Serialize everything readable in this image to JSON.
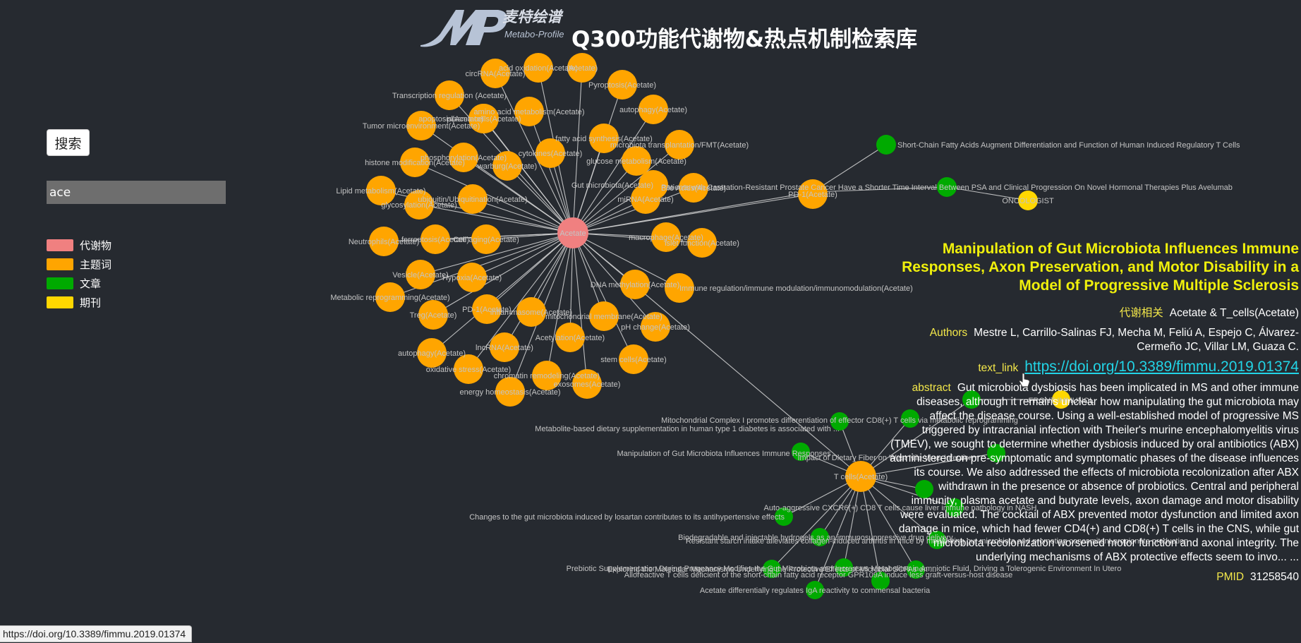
{
  "header": {
    "logo_text_cn": "麦特绘谱",
    "logo_text_en": "Metabo-Profile",
    "title": "Q300功能代谢物&热点机制检索库"
  },
  "sidebar": {
    "search_button_label": "搜索",
    "search_value": "ace",
    "legend": [
      {
        "label": "代谢物",
        "color": "#f08080"
      },
      {
        "label": "主题词",
        "color": "#ffa500"
      },
      {
        "label": "文章",
        "color": "#00aa00"
      },
      {
        "label": "期刊",
        "color": "#ffd700"
      }
    ]
  },
  "graph": {
    "center_node": "Acetate",
    "topic_nodes": [
      "circRNA(Acetate)",
      "acid oxidation(Acetate)",
      "(Acetate)",
      "Pyroptosis(Acetate)",
      "Transcription regulation (Acetate)",
      "amino acid metabolism(Acetate)",
      "autophagy(Acetate)",
      "plasma cells(Acetate)",
      "apoptosis(Acetate)",
      "Tumor microenvironment(Acetate)",
      "fatty acid synthesis(Acetate)",
      "microbiota transplantation/FMT(Acetate)",
      "cytokines(Acetate)",
      "phosphorylation(Acetate)",
      "histone modification(Acetate)",
      "warburg(Acetate)",
      "glucose metabolism(Acetate)",
      "Gut microbiota(Acetate)",
      "Bile Acids(Acetate)",
      "Lipid metabolism(Acetate)",
      "ubiquitin/Ubiquitination(Acetate)",
      "glycosylation(Acetate)",
      "miRNA(Acetate)",
      "Neutrophils(Acetate)",
      "ferroptosis(Acetate)",
      "Cell aging(Acetate)",
      "macrophage(Acetate)",
      "islet function(Acetate)",
      "Vesicle(Acetate)",
      "Hypoxia(Acetate)",
      "Metabolic reprogramming(Acetate)",
      "DNA methylation(Acetate)",
      "Immune regulation/immune modulation/immunomodulation(Acetate)",
      "PD-1(Acetate)",
      "Treg(Acetate)",
      "inflammasome(Acetate)",
      "mitochondrial membrane(Acetate)",
      "pH change(Acetate)",
      "Acetylation(Acetate)",
      "lncRNA(Acetate)",
      "autophagy(Acetate)",
      "stem cells(Acetate)",
      "oxidative stress(Acetate)",
      "chromatin remodeling(Acetate)",
      "exosomes(Acetate)",
      "energy homeostasis(Acetate)",
      "PD-1(Acetate)",
      "T cells(Acetate)"
    ],
    "article_titles": [
      "Short-Chain Fatty Acids Augment Differentiation and Function of Human Induced Regulatory T Cells",
      "Patients with Castration-Resistant Prostate Cancer Have a Shorter Time Interval Between PSA and Clinical Progression On Novel Hormonal Therapies Plus Avelumab",
      "Mitochondrial Complex I promotes differentiation of effector CD8(+) T cells via metabolic reprogramming",
      "Metabolite-based dietary supplementation in human type 1 diabetes is associated with ...",
      "Manipulation of Gut Microbiota Influences Immune Responses ...",
      "Impact of Dietary Fiber on West Nile Virus Infection",
      "Auto-aggressive CXCR6(+) CD8 T cells cause liver immune pathology in NASH",
      "Changes to the gut microbiota induced by losartan contributes to its antihypertensive effects",
      "Biodegradable and injectable hydrogels as an immunosuppressive drug delivery ...",
      "Resistant starch intake alleviates collagen-induced arthritis in mice by modulating gut microbiota and promoting concomitant propionate production",
      "Exploring the Molecular Mechanisms Underlying the Protective Effects of Microbial SCFAs on ...",
      "Prebiotic Supplementation During Pregnancy Modifies the Gut Microbiota and Increases Metabolites in Amniotic Fluid, Driving a Tolerogenic Environment In Utero",
      "Alloreactive T cells deficient of the short-chain fatty acid receptor GPR109A induce less graft-versus-host disease",
      "Acetate differentially regulates IgA reactivity to commensal bacteria"
    ],
    "journal_nodes": [
      "ONCOLOGIST",
      "FRONT IMMUNOL"
    ]
  },
  "detail": {
    "title": "Manipulation of Gut Microbiota Influences Immune Responses, Axon Preservation, and Motor Disability in a Model of Progressive Multiple Sclerosis",
    "metabolite_label": "代谢相关",
    "metabolite_value": "Acetate & T_cells(Acetate)",
    "authors_label": "Authors",
    "authors_value": "Mestre L, Carrillo-Salinas FJ, Mecha M, Feliú A, Espejo C, Álvarez-Cermeño JC, Villar LM, Guaza C.",
    "link_label": "text_link",
    "link_value": "https://doi.org/10.3389/fimmu.2019.01374",
    "abstract_label": "abstract",
    "abstract_value": "Gut microbiota dysbiosis has been implicated in MS and other immune diseases, although it remains unclear how manipulating the gut microbiota may affect the disease course. Using a well-established model of progressive MS triggered by intracranial infection with Theiler's murine encephalomyelitis virus (TMEV), we sought to determine whether dysbiosis induced by oral antibiotics (ABX) administered on pre-symptomatic and symptomatic phases of the disease influences its course. We also addressed the effects of microbiota recolonization after ABX withdrawn in the presence or absence of probiotics. Central and peripheral immunity, plasma acetate and butyrate levels, axon damage and motor disability were evaluated. The cocktail of ABX prevented motor dysfunction and limited axon damage in mice, which had fewer CD4(+) and CD8(+) T cells in the CNS, while gut microbiota recolonization worsened motor function and axonal integrity. The underlying mechanisms of ABX protective effects seem to invo... ...",
    "pmid_label": "PMID",
    "pmid_value": "31258540"
  },
  "status_bar": "https://doi.org/10.3389/fimmu.2019.01374"
}
